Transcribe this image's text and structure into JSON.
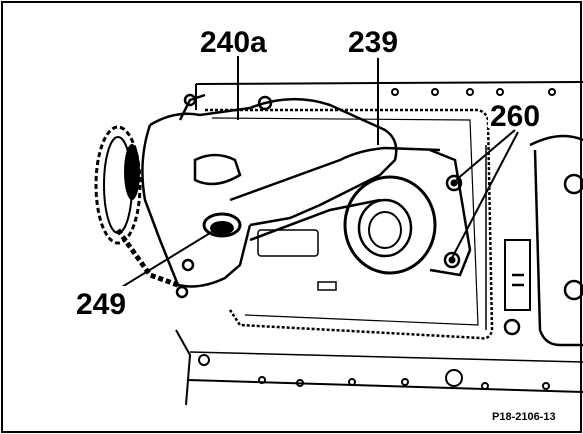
{
  "diagram": {
    "callouts": [
      {
        "id": "c240a",
        "text": "240a"
      },
      {
        "id": "c239",
        "text": "239"
      },
      {
        "id": "c260",
        "text": "260"
      },
      {
        "id": "c249",
        "text": "249"
      }
    ],
    "figure_ref": "P18-2106-13"
  },
  "colors": {
    "ink": "#000000",
    "paper": "#ffffff"
  }
}
